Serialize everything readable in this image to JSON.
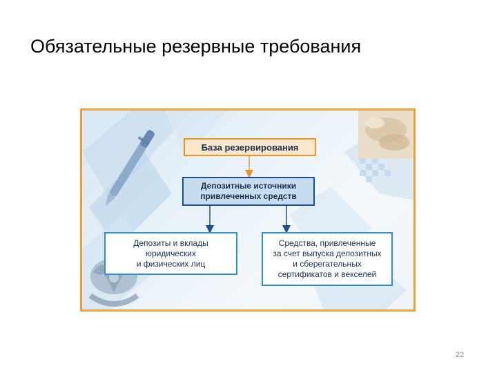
{
  "slide": {
    "title": "Обязательные резервные требования",
    "page_number": "22"
  },
  "diagram": {
    "base_box": "База резервирования",
    "deposit_sources_box": "Депозитные источники\nпривлеченных средств",
    "legal_entities_box": "Депозиты и вклады\nюридических\nи физических лиц",
    "securities_funds_box": "Средства, привлеченные\nза счет выпуска депозитных\nи сберегательных\nсертификатов и векселей"
  },
  "colors": {
    "frame_border": "#e8a03a",
    "base_box_border": "#e7942a",
    "base_box_fill": "#fbe8cc",
    "deposit_box_border": "#1d4f8c",
    "deposit_box_fill": "#c6dcef",
    "leaf_box_border": "#2f8fd0",
    "arrow_orange": "#e7942a",
    "arrow_blue": "#1d4f8c"
  },
  "icons": {
    "pen": "pen-icon",
    "emblem": "emblem-icon",
    "coins_photo": "coins-photo"
  }
}
